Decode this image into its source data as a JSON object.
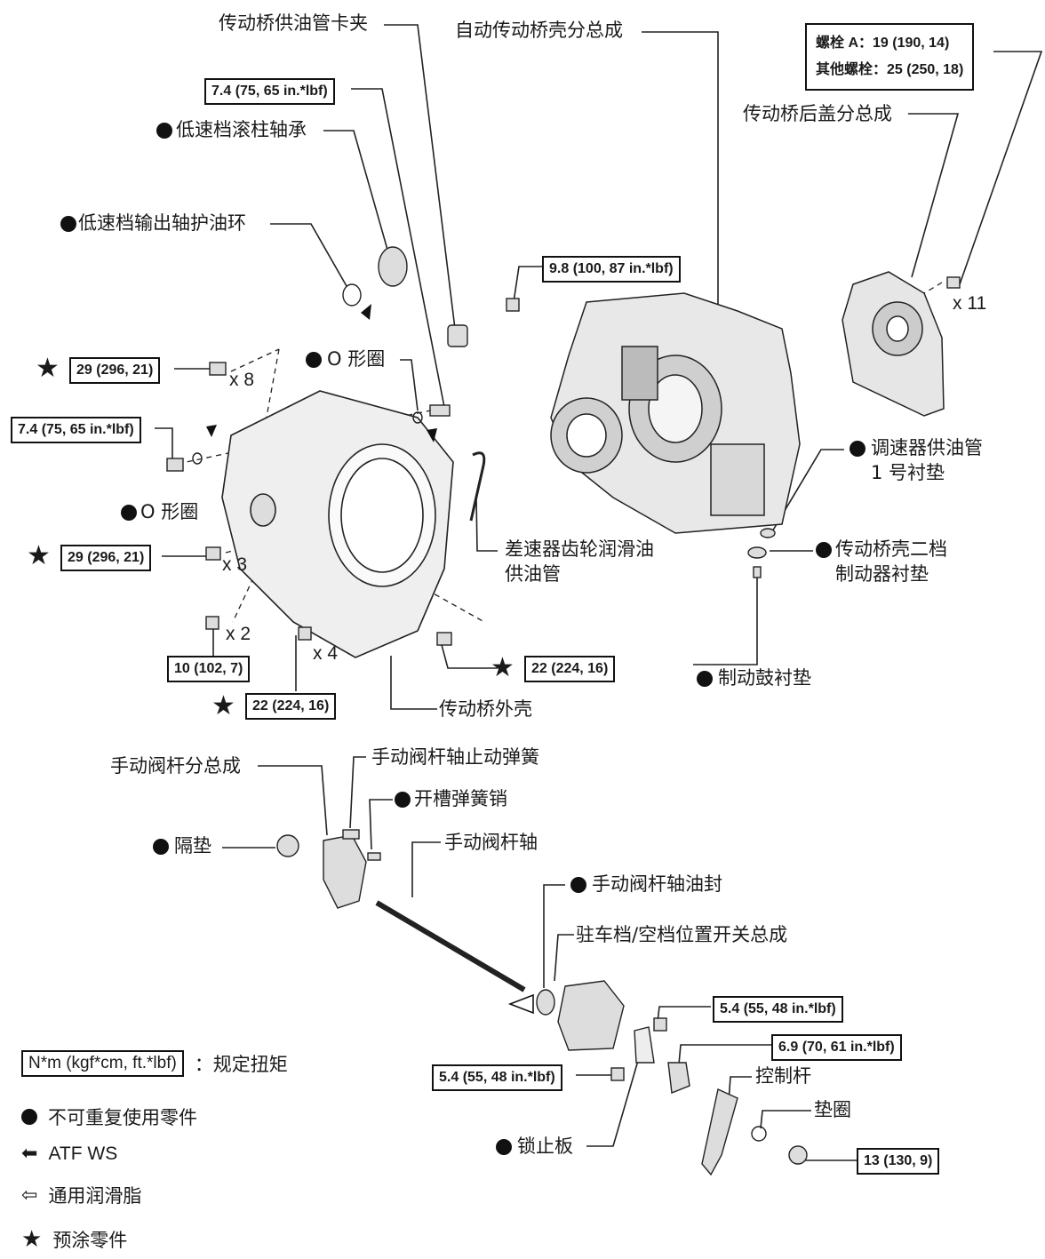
{
  "labels": {
    "pipe_clamp": "传动桥供油管卡夹",
    "case_assy": "自动传动桥壳分总成",
    "low_roller_bearing": "低速档滚柱轴承",
    "low_output_oil_ring": "低速档输出轴护油环",
    "o_ring_1": "O 形圈",
    "o_ring_2": "O 形圈",
    "diff_lube_pipe_1": "差速器齿轮润滑油",
    "diff_lube_pipe_2": "供油管",
    "governor_gasket_1": "调速器供油管",
    "governor_gasket_2": "1 号衬垫",
    "second_brake_gasket_1": "传动桥壳二档",
    "second_brake_gasket_2": "制动器衬垫",
    "brake_drum_gasket": "制动鼓衬垫",
    "rear_cover": "传动桥后盖分总成",
    "housing": "传动桥外壳",
    "manual_lever_sub": "手动阀杆分总成",
    "detent_spring": "手动阀杆轴止动弹簧",
    "slotted_pin": "开槽弹簧销",
    "spacer": "隔垫",
    "manual_shaft": "手动阀杆轴",
    "shaft_oil_seal": "手动阀杆轴油封",
    "park_neutral_switch": "驻车档/空档位置开关总成",
    "control_lever": "控制杆",
    "washer": "垫圈",
    "lock_plate": "锁止板"
  },
  "torque": {
    "t_7_4a": "7.4 (75, 65 in.*lbf)",
    "t_9_8": "9.8 (100, 87 in.*lbf)",
    "t_29a": "29 (296, 21)",
    "t_7_4b": "7.4 (75, 65 in.*lbf)",
    "t_29b": "29 (296, 21)",
    "t_10": "10 (102, 7)",
    "t_22a": "22 (224, 16)",
    "t_22b": "22 (224, 16)",
    "t_5_4a": "5.4 (55, 48 in.*lbf)",
    "t_6_9": "6.9 (70, 61 in.*lbf)",
    "t_5_4b": "5.4 (55, 48 in.*lbf)",
    "t_13": "13 (130, 9)",
    "bolt_a": "螺栓 A：19 (190, 14)",
    "other_bolts": "其他螺栓：25 (250, 18)"
  },
  "multipliers": {
    "x8": "x 8",
    "x3": "x 3",
    "x2": "x 2",
    "x4": "x 4",
    "x11": "x 11"
  },
  "legend": {
    "torque_box": "N*m (kgf*cm, ft.*lbf)",
    "torque_desc": "：规定扭矩",
    "non_reusable": "不可重复使用零件",
    "atf": "ATF WS",
    "grease": "通用润滑脂",
    "precoated": "预涂零件"
  }
}
